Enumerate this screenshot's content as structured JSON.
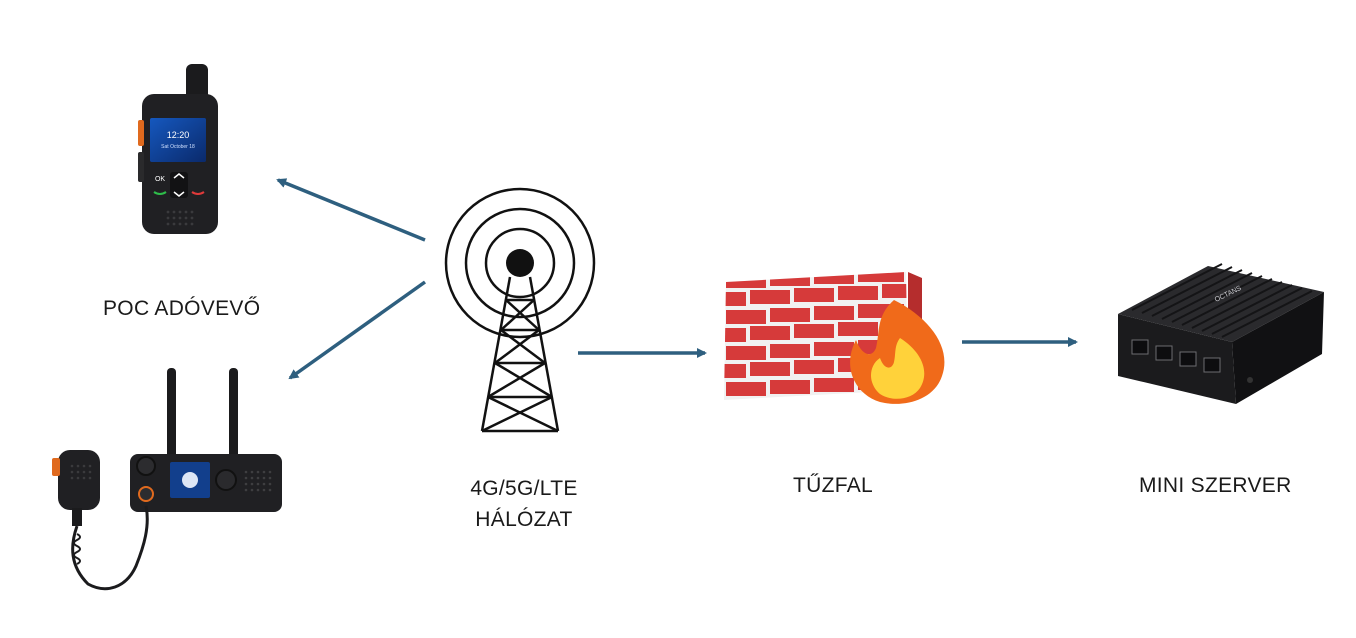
{
  "labels": {
    "poc": "POC ADÓVEVŐ",
    "network_line1": "4G/5G/LTE",
    "network_line2": "HÁLÓZAT",
    "firewall": "TŰZFAL",
    "server": "MINI SZERVER"
  },
  "device_text": {
    "handheld_time": "12:20",
    "handheld_date": "Sat October 18",
    "handheld_ok": "OK",
    "server_brand": "OCTANS"
  },
  "nodes": [
    {
      "id": "poc-handheld-radio",
      "kind": "handheld two-way radio"
    },
    {
      "id": "poc-mobile-radio",
      "kind": "vehicle radio with handheld microphone"
    },
    {
      "id": "cell-tower",
      "kind": "broadcast tower with signal waves"
    },
    {
      "id": "firewall",
      "kind": "brick wall with flame"
    },
    {
      "id": "mini-server",
      "kind": "fanless mini PC with 4 ethernet ports"
    }
  ],
  "edges": [
    {
      "from": "cell-tower",
      "to": "poc-handheld-radio"
    },
    {
      "from": "cell-tower",
      "to": "poc-mobile-radio"
    },
    {
      "from": "cell-tower",
      "to": "firewall"
    },
    {
      "from": "firewall",
      "to": "mini-server"
    }
  ],
  "colors": {
    "arrow": "#2e5f7f",
    "brick": "#d63a3a",
    "mortar": "#f1f1f1",
    "flame_outer": "#f06a1a",
    "flame_inner": "#ffd23a",
    "device_body": "#1b1b1d",
    "text": "#1a1a1a"
  }
}
